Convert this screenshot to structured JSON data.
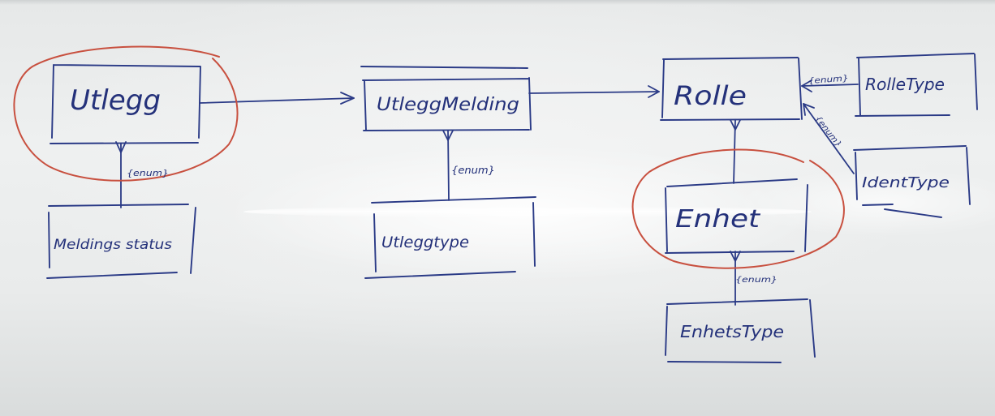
{
  "colors": {
    "ink": "#2a3a86",
    "highlight": "#c8503f",
    "board": "#eceeee"
  },
  "entities": {
    "utlegg": "Utlegg",
    "utlegg_melding": "UtleggMelding",
    "rolle": "Rolle",
    "rolle_type": "RolleType",
    "ident_type": "IdentType",
    "enhet": "Enhet",
    "meldings_status": "Meldings status",
    "utlegg_type": "Utleggtype",
    "enhets_type": "EnhetsType"
  },
  "relations": {
    "utlegg_status": "{enum}",
    "melding_type": "{enum}",
    "rolle_rolletype": "{enum}",
    "rolle_identtype": "{enum}",
    "enhet_type": "{enum}"
  }
}
